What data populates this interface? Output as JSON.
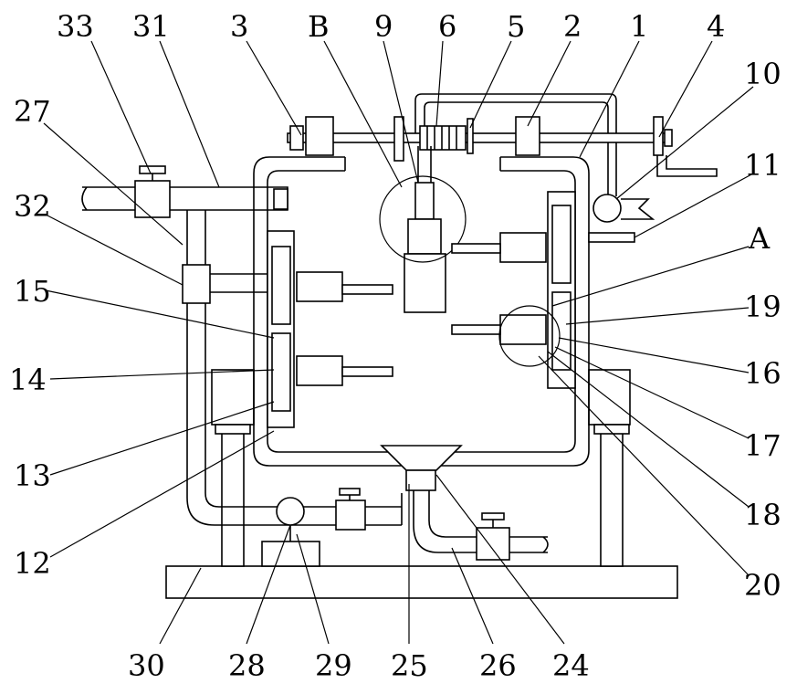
{
  "figure": {
    "labels": {
      "l33": "33",
      "l31": "31",
      "l3": "3",
      "lB": "B",
      "l9": "9",
      "l6": "6",
      "l5": "5",
      "l2": "2",
      "l1": "1",
      "l4": "4",
      "l10": "10",
      "l11": "11",
      "lA": "A",
      "l19": "19",
      "l16": "16",
      "l17": "17",
      "l18": "18",
      "l20": "20",
      "l27": "27",
      "l32": "32",
      "l15": "15",
      "l14": "14",
      "l13": "13",
      "l12": "12",
      "l30": "30",
      "l28": "28",
      "l29": "29",
      "l25": "25",
      "l26": "26",
      "l24": "24"
    }
  }
}
